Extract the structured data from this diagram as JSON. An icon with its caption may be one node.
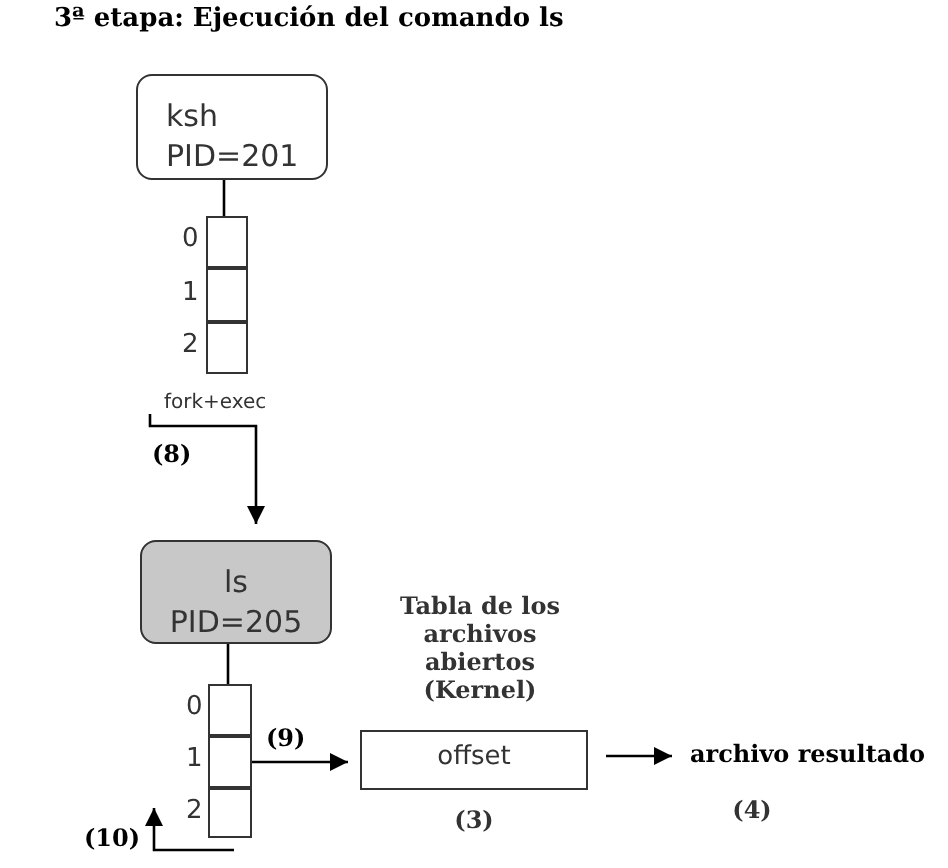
{
  "diagram": {
    "title": "3ª etapa: Ejecución del comando ls",
    "nodes": [
      {
        "text": [
          "ksh",
          "PID=201"
        ]
      },
      {
        "text": [],
        "shape": "box",
        "beside": [
          "0"
        ]
      },
      {
        "text": [],
        "shape": "box",
        "beside": [
          "1"
        ]
      },
      {
        "text": [],
        "shape": "box",
        "beside": [
          "2"
        ]
      },
      {
        "text": [
          "ls",
          "PID=205"
        ]
      },
      {
        "text": [],
        "shape": "box",
        "beside": [
          "0"
        ]
      },
      {
        "text": [],
        "shape": "box",
        "beside": [
          "1"
        ]
      },
      {
        "text": [],
        "shape": "box",
        "beside": [
          "2"
        ]
      },
      {
        "text": [
          "offset"
        ],
        "beside": [
          "Tabla de los archivos abiertos (Kernel)",
          "(3)"
        ]
      },
      {
        "text": [
          "archivo resultado"
        ],
        "beside": [
          "(4)"
        ]
      }
    ],
    "edges": [
      {
        "from": 0,
        "to": 1,
        "arrow": "none"
      },
      {
        "from": null,
        "to": 4,
        "arrow": "to",
        "label": "fork+exec"
      },
      {
        "from": 4,
        "to": 5,
        "arrow": "none"
      },
      {
        "from": 6,
        "to": 8,
        "arrow": "to"
      },
      {
        "from": 8,
        "to": 9,
        "arrow": "to"
      }
    ],
    "labels": [
      "(8)",
      "(9)",
      "(10)"
    ]
  }
}
